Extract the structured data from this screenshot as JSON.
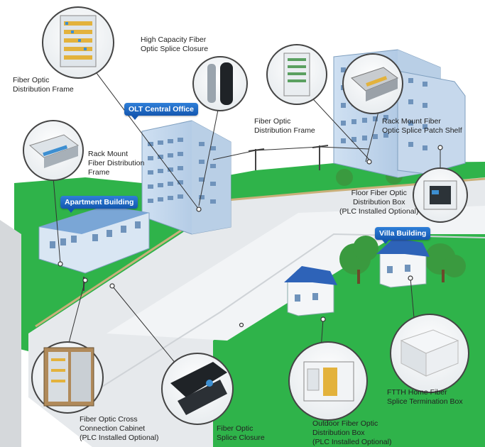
{
  "badges": {
    "olt": "OLT Central Office",
    "apartment": "Apartment Building",
    "villa": "Villa Building"
  },
  "labels": {
    "odf_left": [
      "Fiber Optic",
      "Distribution Frame"
    ],
    "hc_closure": [
      "High Capacity Fiber",
      "Optic Splice Closure"
    ],
    "odf_center": [
      "Fiber Optic",
      "Distribution Frame"
    ],
    "rack_patch_shelf": [
      "Rack Mount Fiber",
      "Optic Splice Patch Shelf"
    ],
    "rack_fdf": [
      "Rack Mount",
      "Fiber Distribution",
      "Frame"
    ],
    "floor_box": [
      "Floor Fiber Optic",
      "Distribution  Box",
      "(PLC Installed Optional)"
    ],
    "cross_cabinet": [
      "Fiber Optic  Cross",
      "Connection Cabinet",
      "(PLC Installed Optional)"
    ],
    "splice_closure": [
      "Fiber Optic",
      "Splice Closure"
    ],
    "outdoor_box": [
      "Outdoor Fiber Optic",
      "Distribution Box",
      "(PLC Installed Optional)"
    ],
    "ftth_box": [
      "FTTH  Home Fiber",
      "Splice Termination Box"
    ]
  },
  "colors": {
    "grass": "#2fb34a",
    "road": "#e6e9ec",
    "badge": "#1a67c4",
    "cable": "#333333"
  }
}
